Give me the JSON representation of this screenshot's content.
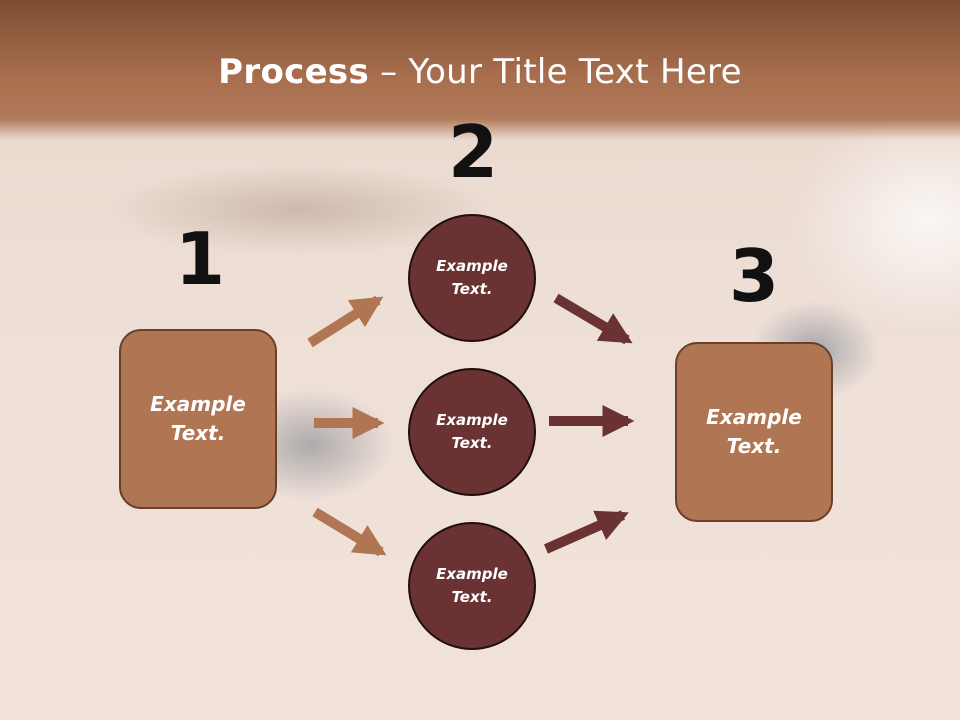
{
  "slide": {
    "title_bold": "Process",
    "title_rest": " – Your Title Text Here"
  },
  "steps": {
    "one": "1",
    "two": "2",
    "three": "3"
  },
  "left_box": {
    "text": "Example\nText."
  },
  "circles": [
    {
      "text": "Example\nText."
    },
    {
      "text": "Example\nText."
    },
    {
      "text": "Example\nText."
    }
  ],
  "right_box": {
    "text": "Example\nText."
  },
  "colors": {
    "box_fill": "#b07654",
    "circle_fill": "#6a3233",
    "arrow_left": "#b07654",
    "arrow_right": "#6a3233",
    "title_band": "#a86e4e"
  }
}
